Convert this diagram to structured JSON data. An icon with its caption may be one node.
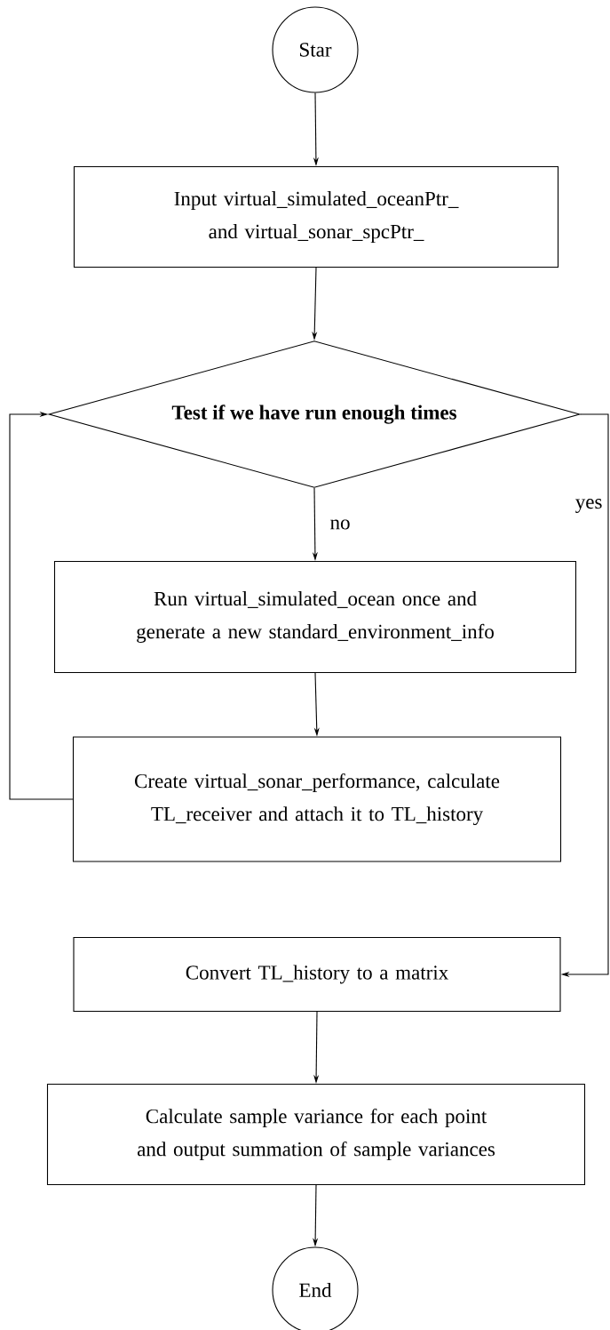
{
  "diagram": {
    "nodes": [
      {
        "text": [
          "Star"
        ]
      },
      {
        "text": [
          "Input virtual_simulated_oceanPtr_ and virtual_sonar_spcPtr_"
        ]
      },
      {
        "text": [
          "Test if we have run enough times"
        ]
      },
      {
        "text": [
          "Run virtual_simulated_ocean once and generate a new standard_environment_info"
        ]
      },
      {
        "text": [
          "Create virtual_sonar_performance, calculate TL_receiver and attach it to TL_history"
        ]
      },
      {
        "text": [
          "Convert TL_history to a matrix"
        ]
      },
      {
        "text": [
          "Calculate sample variance for each point and output summation of sample variances"
        ]
      },
      {
        "text": [
          "End"
        ]
      }
    ],
    "edges": [
      {
        "from": 0,
        "to": 1,
        "arrow": "to"
      },
      {
        "from": 1,
        "to": 2,
        "arrow": "to"
      },
      {
        "from": 2,
        "to": 3,
        "arrow": "to",
        "label": "no"
      },
      {
        "from": 3,
        "to": 4,
        "arrow": "to"
      },
      {
        "from": 4,
        "to": 2,
        "arrow": "to"
      },
      {
        "from": 2,
        "to": 5,
        "arrow": "to",
        "label": "yes"
      },
      {
        "from": 5,
        "to": 6,
        "arrow": "to"
      },
      {
        "from": 6,
        "to": 7,
        "arrow": "to"
      }
    ]
  }
}
